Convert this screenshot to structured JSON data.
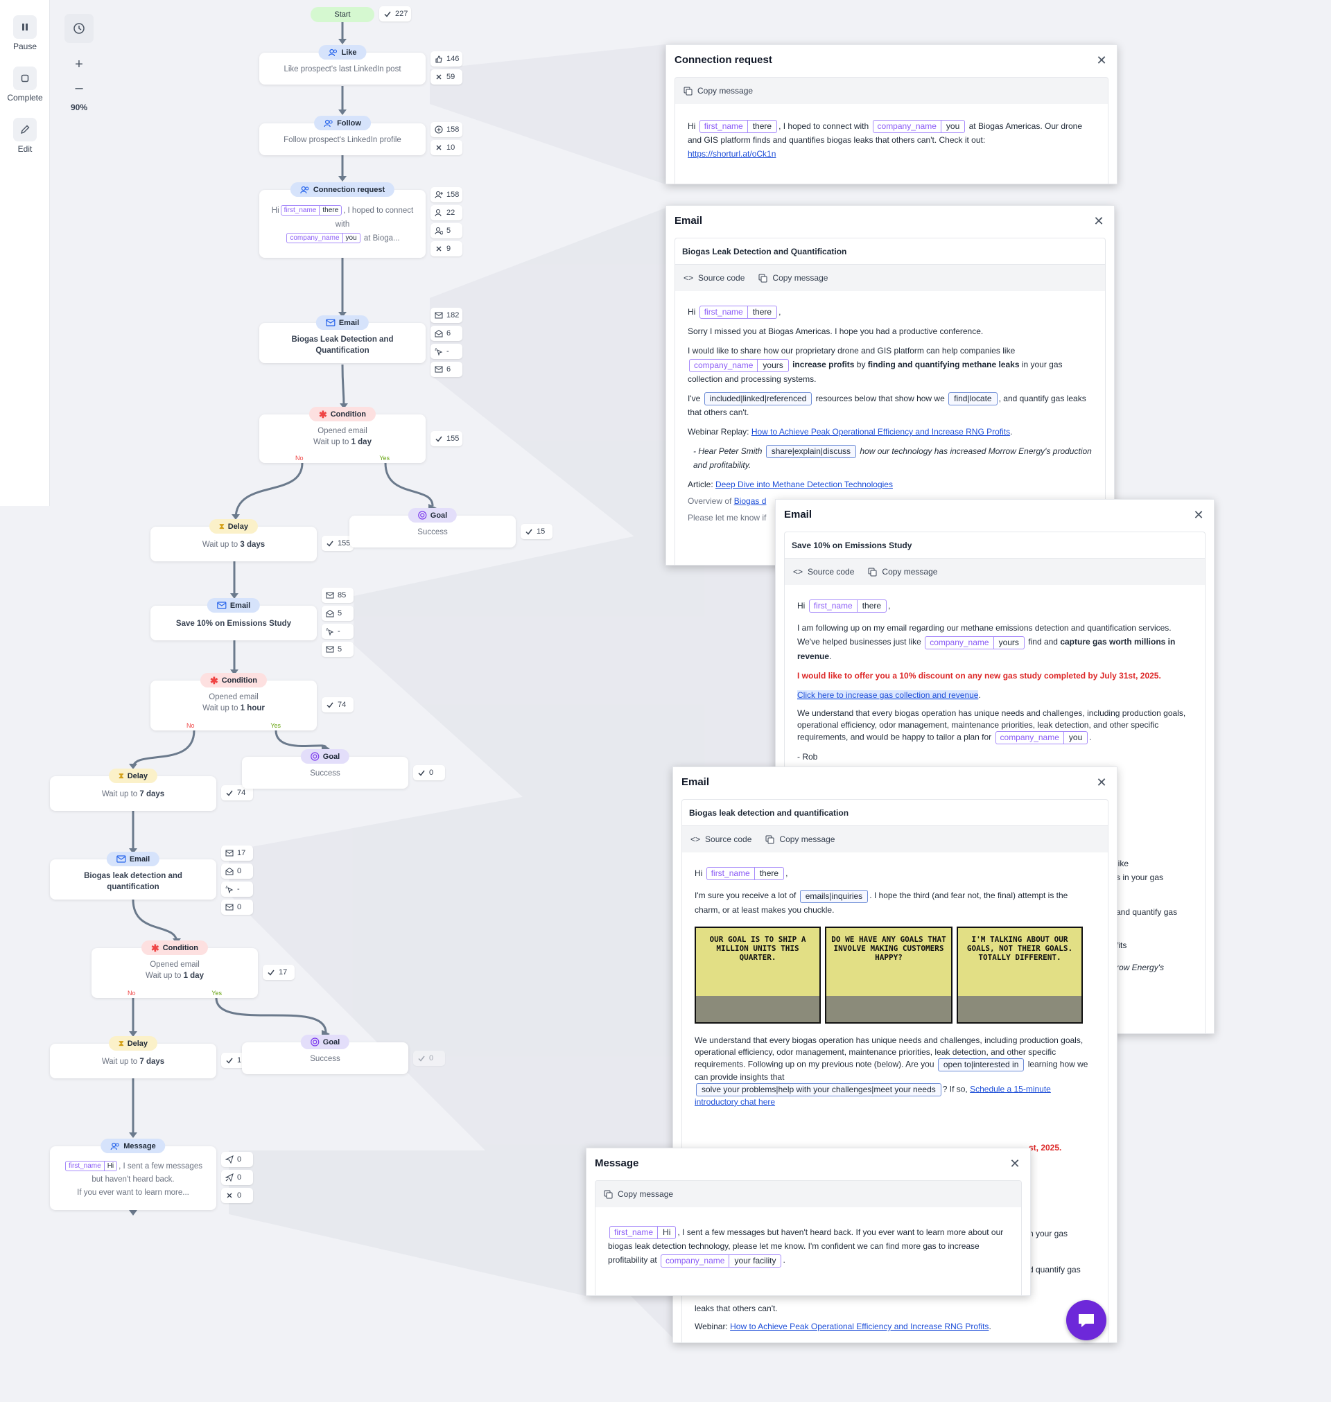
{
  "toolbar": {
    "pause": "Pause",
    "complete": "Complete",
    "edit": "Edit",
    "zoom": "90%"
  },
  "chart_data": [],
  "flow": {
    "start": {
      "label": "Start",
      "count": "227"
    },
    "like": {
      "label": "Like",
      "text": "Like prospect's last LinkedIn post",
      "stats": [
        "146",
        "59"
      ]
    },
    "follow": {
      "label": "Follow",
      "text": "Follow prospect's LinkedIn profile",
      "stats": [
        "158",
        "10"
      ]
    },
    "conn": {
      "label": "Connection request",
      "t1": "Hi",
      "t2": ", I hoped to connect with",
      "t3": "at Bioga...",
      "stats": [
        "158",
        "22",
        "5",
        "9"
      ]
    },
    "email1": {
      "label": "Email",
      "text": "Biogas Leak Detection and Quantification",
      "stats": [
        "182",
        "6",
        "-",
        "6"
      ]
    },
    "cond1": {
      "label": "Condition",
      "l1": "Opened email",
      "l2pre": "Wait up to ",
      "l2b": "1 day",
      "no": "No",
      "yes": "Yes",
      "count": "155"
    },
    "delay1": {
      "label": "Delay",
      "pre": "Wait up to ",
      "b": "3 days",
      "count": "155"
    },
    "goal1": {
      "label": "Goal",
      "text": "Success",
      "count": "15"
    },
    "email2": {
      "label": "Email",
      "text": "Save 10% on Emissions Study",
      "stats": [
        "85",
        "5",
        "-",
        "5"
      ]
    },
    "cond2": {
      "label": "Condition",
      "l1": "Opened email",
      "l2pre": "Wait up to ",
      "l2b": "1 hour",
      "no": "No",
      "yes": "Yes",
      "count": "74"
    },
    "delay2": {
      "label": "Delay",
      "pre": "Wait up to ",
      "b": "7 days",
      "count": "74"
    },
    "goal2": {
      "label": "Goal",
      "text": "Success",
      "count": "0"
    },
    "email3": {
      "label": "Email",
      "text": "Biogas leak detection and quantification",
      "stats": [
        "17",
        "0",
        "-",
        "0"
      ]
    },
    "cond3": {
      "label": "Condition",
      "l1": "Opened email",
      "l2pre": "Wait up to ",
      "l2b": "1 day",
      "no": "No",
      "yes": "Yes",
      "count": "17"
    },
    "delay3": {
      "label": "Delay",
      "pre": "Wait up to ",
      "b": "7 days",
      "count": "1"
    },
    "goal3": {
      "label": "Goal",
      "text": "Success",
      "count": "0"
    },
    "msg": {
      "label": "Message",
      "t1": ", I sent a few messages but haven't heard back.",
      "t2": "If you ever want to learn more...",
      "stats": [
        "0",
        "0",
        "0"
      ]
    }
  },
  "tokens": {
    "first_name": "first_name",
    "company_name": "company_name",
    "there": "there",
    "you": "you",
    "yours": "yours",
    "hi": "Hi",
    "your_facility": "your facility"
  },
  "panels": {
    "conn": {
      "title": "Connection request",
      "copy": "Copy message",
      "hi": "Hi",
      "a": ", I hoped to connect with",
      "b": "at Biogas Americas. Our drone and GIS platform finds and quantifies biogas leaks that others can't. Check it out:",
      "link": "https://shorturl.at/oCk1n"
    },
    "email1": {
      "title": "Email",
      "subject": "Biogas Leak Detection and Quantification",
      "source": "Source code",
      "copy": "Copy message",
      "hi": "Hi",
      "p1": "Sorry I missed you at Biogas Americas. I hope you had a productive conference.",
      "p2a": "I would like to share how our proprietary drone and GIS platform can help companies like",
      "p2b": "increase profits",
      "p2c": " by ",
      "p2d": "finding and quantifying methane leaks",
      "p2e": " in your gas collection and processing systems.",
      "p3a": "I've",
      "spin1": "included|linked|referenced",
      "p3b": "resources below that show how we",
      "spin2": "find|locate",
      "p3c": ", and quantify gas leaks that others can't.",
      "p4a": "Webinar Replay: ",
      "p4link": "How to Achieve Peak Operational Efficiency and Increase RNG Profits",
      "p5a": "- Hear Peter Smith",
      "spin3": "share|explain|discuss",
      "p5b": "how our technology has increased Morrow Energy's production and profitability.",
      "p6a": "Article: ",
      "p6link": "Deep Dive into Methane Detection Technologies",
      "p7a": "Overview of ",
      "p7link": "Biogas d",
      "p8": "Please let me know if"
    },
    "email2": {
      "title": "Email",
      "subject": "Save 10% on Emissions Study",
      "source": "Source code",
      "copy": "Copy message",
      "hi": "Hi",
      "p1a": "I am following up on my email regarding our methane emissions detection and quantification services. We've helped businesses just like",
      "p1b": "find and ",
      "p1c": "capture gas worth millions in revenue",
      "p2": "I would like to offer you a 10% discount on any new gas study completed by July 31st, 2025.",
      "link": "Click here to increase gas collection and revenue",
      "p3a": "We understand that every biogas operation has unique needs and challenges, including production goals, operational efficiency, odor management, maintenance priorities, leak detection, and other specific requirements, and would be happy to tailor a plan for",
      "p4": "- Rob",
      "e1": "like",
      "e2": "s in your gas",
      "e3": "and quantify gas",
      "e4": "fits",
      "e5": "row Energy's"
    },
    "email3": {
      "title": "Email",
      "subject": "Biogas leak detection and quantification",
      "source": "Source code",
      "copy": "Copy message",
      "hi": "Hi",
      "p1a": "I'm sure you receive a lot of",
      "spin1": "emails|inquiries",
      "p1b": ". I hope the third (and fear not, the final) attempt is the charm, or at least makes you chuckle.",
      "c1": "OUR GOAL IS TO SHIP A MILLION UNITS THIS QUARTER.",
      "c2": "DO WE HAVE ANY GOALS THAT INVOLVE MAKING CUSTOMERS HAPPY?",
      "c3": "I'M TALKING ABOUT OUR GOALS, NOT THEIR GOALS. TOTALLY DIFFERENT.",
      "p2a": "We understand that every biogas operation has unique needs and challenges, including production goals, operational efficiency, odor management, maintenance priorities, leak detection, and other specific requirements. Following up on my previous note (below). Are you",
      "spin2": "open to|interested in",
      "p2b": "learning how we can provide insights that",
      "spin3": "solve your problems|help with your challenges|meet your needs",
      "p2c": "? If so, ",
      "link": "Schedule a 15-minute",
      "p2d": "introductory chat here",
      "r1": "st, 2025.",
      "r2": "n your gas",
      "r3": "d quantify gas",
      "p3": "leaks that others can't.",
      "p4a": "Webinar: ",
      "p4link": "How to Achieve Peak Operational Efficiency and Increase RNG Profits"
    },
    "msg": {
      "title": "Message",
      "copy": "Copy message",
      "a": ", I sent a few messages but haven't heard back. If you ever want to learn more about our biogas leak detection technology, please let me know. I'm confident we can find more gas to increase profitability at"
    }
  }
}
